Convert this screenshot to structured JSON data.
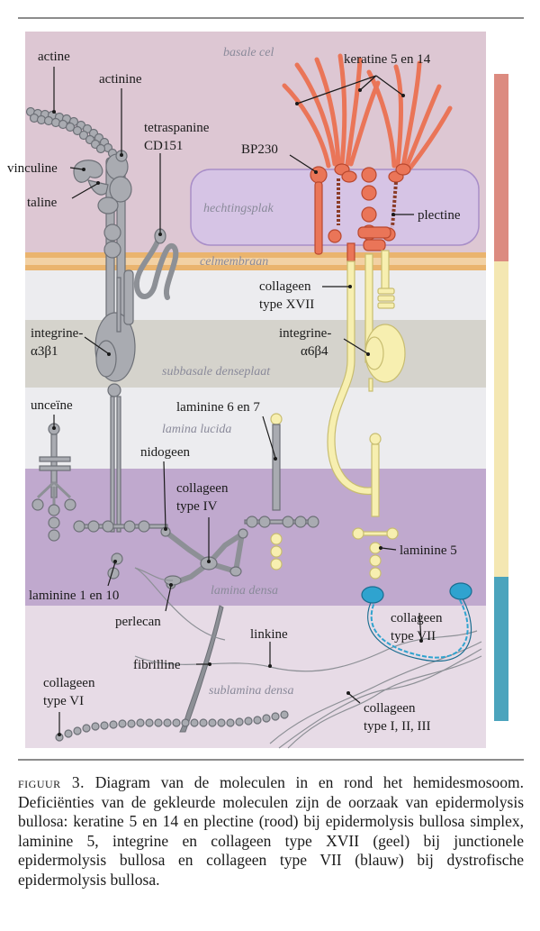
{
  "zones": {
    "basale_cel": "basale cel",
    "hechtingsplak": "hechtingsplak",
    "celmembraan": "celmembraan",
    "subbasale_denseplaat": "subbasale denseplaat",
    "lamina_lucida": "lamina lucida",
    "lamina_densa": "lamina densa",
    "sublamina_densa": "sublamina densa"
  },
  "labels": {
    "actine": "actine",
    "actinine": "actinine",
    "tetraspanine_1": "tetraspanine",
    "tetraspanine_2": "CD151",
    "vinculine": "vinculine",
    "taline": "taline",
    "keratine": "keratine 5 en 14",
    "bp230": "BP230",
    "plectine": "plectine",
    "collageen_xvii_1": "collageen",
    "collageen_xvii_2": "type XVII",
    "integrine_a3b1_1": "integrine-",
    "integrine_a3b1_2": "α3β1",
    "integrine_a6b4_1": "integrine-",
    "integrine_a6b4_2": "α6β4",
    "unceine": "unceïne",
    "laminine_6_7": "laminine 6 en 7",
    "nidogeen": "nidogeen",
    "collageen_iv_1": "collageen",
    "collageen_iv_2": "type IV",
    "laminine_1_10": "laminine 1 en 10",
    "laminine_5": "laminine 5",
    "perlecan": "perlecan",
    "collageen_vii_1": "collageen",
    "collageen_vii_2": "type VII",
    "linkine": "linkine",
    "fibrilline": "fibrilline",
    "collageen_vi_1": "collageen",
    "collageen_vi_2": "type VI",
    "collageen_123_1": "collageen",
    "collageen_123_2": "type I, II, III"
  },
  "caption": {
    "figure_label": "figuur 3.",
    "text": "Diagram van de moleculen in en rond het hemidesmosoom. Deficiënties van de gekleurde moleculen zijn de oorzaak van epidermolysis bullosa: keratine 5 en 14 en plectine (rood) bij epidermolysis bullosa simplex, laminine 5, integrine en collageen type XVII (geel) bij junctionele epidermolysis bullosa en collageen type VII (blauw) bij dystrofische epidermolysis bullosa."
  },
  "colors": {
    "basale_cel": "#ddc7d3",
    "membrane_outer": "#eab46e",
    "membrane_inner": "#f2d1a4",
    "hechtingsplak": "#d6c4e5",
    "subbasale": "#d5d3cc",
    "lamina_lucida": "#ececef",
    "lamina_densa": "#c0a9ce",
    "sublamina_densa": "#e7dbe6",
    "bar_red": "#dc8b80",
    "bar_yellow": "#f4e7b2",
    "bar_blue": "#4ba4bd",
    "grey_molecule": "#a9abb1",
    "red_molecule": "#ea7558",
    "yellow_molecule": "#f7efb0",
    "blue_molecule": "#2fa3cf"
  }
}
